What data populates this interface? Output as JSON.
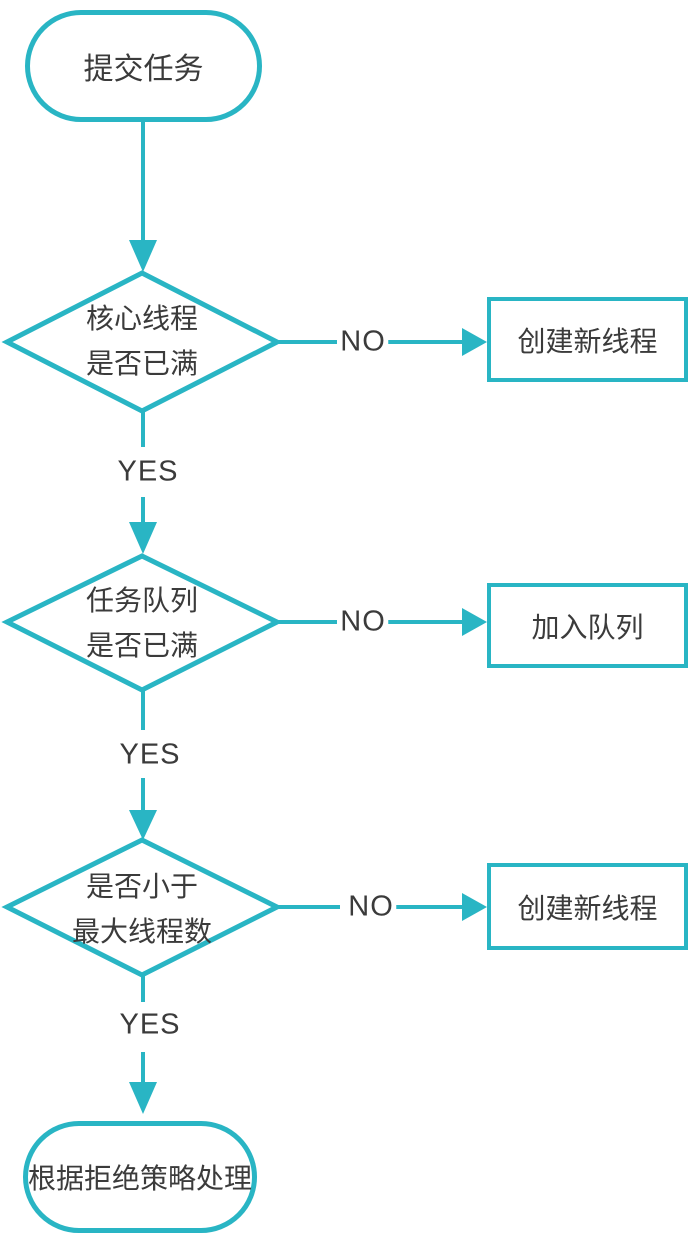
{
  "theme": {
    "accent": "#29b5c4",
    "text": "#3b3b3b",
    "canvas": "#ffffff"
  },
  "flowchart": {
    "start": {
      "label": "提交任务"
    },
    "decisions": [
      {
        "line1": "核心线程",
        "line2": "是否已满"
      },
      {
        "line1": "任务队列",
        "line2": "是否已满"
      },
      {
        "line1": "是否小于",
        "line2": "最大线程数"
      }
    ],
    "results": [
      {
        "label": "创建新线程"
      },
      {
        "label": "加入队列"
      },
      {
        "label": "创建新线程"
      }
    ],
    "end": {
      "label": "根据拒绝策略处理"
    },
    "edge_labels": {
      "yes": "YES",
      "no": "NO"
    }
  }
}
